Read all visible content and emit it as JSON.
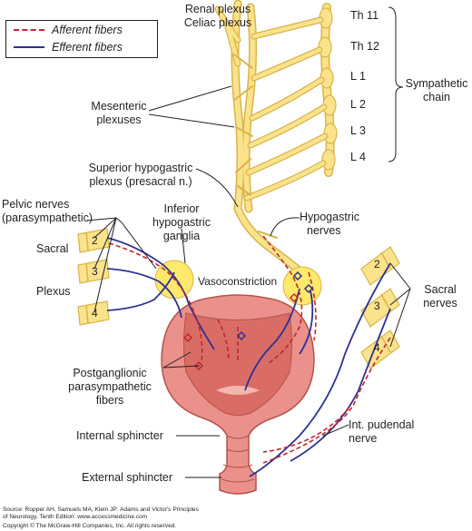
{
  "legend": {
    "afferent": "Afferent fibers",
    "efferent": "Efferent fibers"
  },
  "labels": {
    "renal_plexus": "Renal plexus",
    "celiac_plexus": "Celiac plexus",
    "mesenteric": [
      "Mesenteric",
      "plexuses"
    ],
    "superior_hypogastric": [
      "Superior hypogastric",
      "plexus (presacral n.)"
    ],
    "pelvic_nerves": [
      "Pelvic nerves",
      "(parasympathetic)"
    ],
    "sacral": "Sacral",
    "plexus": "Plexus",
    "inferior_hypogastric": [
      "Inferior",
      "hypogastric",
      "ganglia"
    ],
    "hypogastric_nerves": [
      "Hypogastric",
      "nerves"
    ],
    "vasoconstriction": "Vasoconstriction",
    "sympathetic_chain": [
      "Sympathetic",
      "chain"
    ],
    "sacral_nerves": [
      "Sacral",
      "nerves"
    ],
    "postganglionic": [
      "Postganglionic",
      "parasympathetic",
      "fibers"
    ],
    "internal_sphincter": "Internal sphincter",
    "int_pudendal": [
      "Int. pudendal",
      "nerve"
    ],
    "external_sphincter": "External sphincter"
  },
  "spinal_levels": [
    "Th 11",
    "Th 12",
    "L 1",
    "L 2",
    "L 3",
    "L 4"
  ],
  "left_nerve_numbers": [
    "2",
    "3",
    "4"
  ],
  "right_nerve_numbers": [
    "2",
    "3",
    "4"
  ],
  "source": {
    "line1": "Source: Ropper AH, Samuels MA, Klein JP: Adams and Victor's Principles",
    "line2": "of Neurology, Tenth Edition: www.accessmedicine.com",
    "line3": "Copyright © The McGraw-Hill Companies, Inc. All rights reserved."
  },
  "colors": {
    "afferent": "#c1272d",
    "efferent": "#2e3192",
    "nerve_fill": "#fbe38c",
    "nerve_stroke": "#d9b44a",
    "bladder": "#e9918a",
    "bladder_inner": "#c9534e",
    "ganglion": "#ffe96b"
  }
}
